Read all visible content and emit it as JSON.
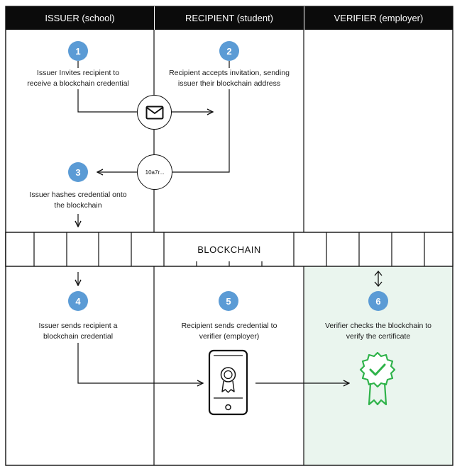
{
  "columns": [
    {
      "label": "ISSUER (school)"
    },
    {
      "label": "RECIPIENT (student)"
    },
    {
      "label": "VERIFIER (employer)"
    }
  ],
  "steps": [
    {
      "number": "1",
      "text": [
        "Issuer Invites recipient to",
        "receive a blockchain credential"
      ]
    },
    {
      "number": "2",
      "text": [
        "Recipient accepts invitation, sending",
        "issuer their blockchain address"
      ]
    },
    {
      "number": "3",
      "text": [
        "Issuer hashes credential onto",
        "the blockchain"
      ]
    },
    {
      "number": "4",
      "text": [
        "Issuer sends recipient a",
        "blockchain credential"
      ]
    },
    {
      "number": "5",
      "text": [
        "Recipient sends credential to",
        "verifier (employer)"
      ]
    },
    {
      "number": "6",
      "text": [
        "Verifier checks the blockchain to",
        "verify the certificate"
      ]
    }
  ],
  "hash_label": "10a7r...",
  "blockchain_label": "BLOCKCHAIN",
  "icons": {
    "email": "envelope-icon",
    "phone": "phone-certificate-icon",
    "verified": "verified-badge-icon"
  },
  "colors": {
    "header_bg": "#0b0b0b",
    "step_circle": "#5b9bd5",
    "verifier_panel_bg": "#eaf5ee",
    "verified_badge": "#2fb34a"
  }
}
